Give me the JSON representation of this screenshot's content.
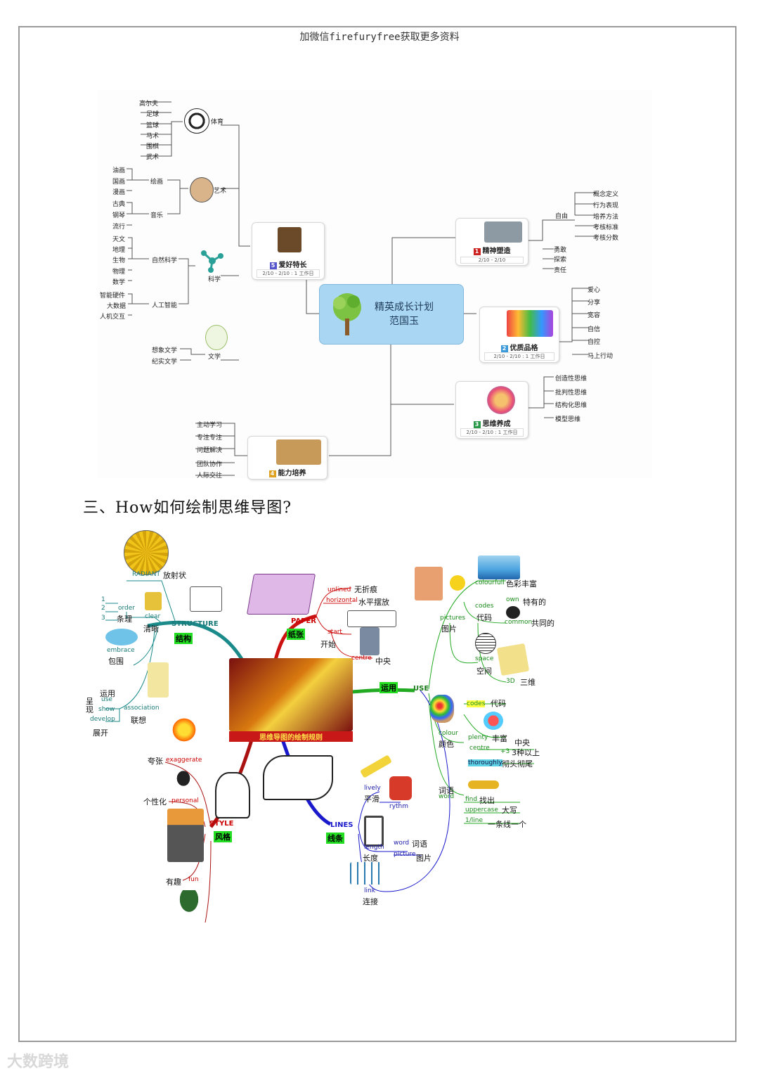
{
  "header": {
    "text": "加微信firefuryfree获取更多资料"
  },
  "section_title": "三、How如何绘制思维导图?",
  "watermark": "大数跨境",
  "mindmap1": {
    "center": {
      "line1": "精英成长计划",
      "line2": "范国玉"
    },
    "date_text": "2/10 - 2/10 : 1 工作日",
    "date_short": "2/10 - 2/10",
    "nodes": {
      "hobby": {
        "num": "5",
        "label": "爱好特长"
      },
      "spirit": {
        "num": "1",
        "label": "精神塑造"
      },
      "quality": {
        "num": "2",
        "label": "优质品格"
      },
      "thinking": {
        "num": "3",
        "label": "思维养成"
      },
      "ability": {
        "num": "4",
        "label": "能力培养"
      }
    },
    "sports": {
      "label": "体育",
      "items": [
        "高尔夫",
        "足球",
        "篮球",
        "马术",
        "围棋",
        "武术"
      ]
    },
    "art": {
      "label": "艺术",
      "sub": [
        "绘画",
        "音乐"
      ],
      "painting": [
        "油画",
        "国画",
        "漫画"
      ],
      "music": [
        "古典",
        "钢琴",
        "流行"
      ]
    },
    "science": {
      "label": "科学",
      "sub": [
        "自然科学",
        "人工智能"
      ],
      "natural": [
        "天文",
        "地理",
        "生物",
        "物理",
        "数学"
      ],
      "ai": [
        "智能硬件",
        "大数据",
        "人机交互"
      ]
    },
    "literature": {
      "label": "文学",
      "items": [
        "想象文学",
        "纪实文学"
      ]
    },
    "spirit_items": {
      "freedom": "自由",
      "freedom_sub": [
        "概念定义",
        "行为表现",
        "培养方法",
        "考核标准",
        "考核分数"
      ],
      "others": [
        "勇敢",
        "探索",
        "责任"
      ]
    },
    "quality_items": [
      "爱心",
      "分享",
      "宽容",
      "自信",
      "自控",
      "马上行动"
    ],
    "thinking_items": [
      "创造性思维",
      "批判性思维",
      "结构化思维",
      "模型思维"
    ],
    "ability_items": [
      "主动学习",
      "专注专注",
      "问题解决",
      "团队协作",
      "人际交往"
    ]
  },
  "mindmap2": {
    "title_banner": "思维导图的绘制规则",
    "structure": {
      "en": "STRUCTURE",
      "cn": "结构",
      "radiant_en": "RADIANT",
      "radiant_cn": "放射状",
      "order_en": "order",
      "order_cn": "条理",
      "nums": [
        "1",
        "2",
        "3"
      ],
      "clear_en": "clear",
      "clear_cn": "清晰",
      "embrace_en": "embrace",
      "embrace_cn": "包围",
      "assoc_en": "association",
      "assoc_cn": "联想",
      "use_en": "use",
      "use_cn": "运用",
      "show_en": "show",
      "show_cn": "呈现",
      "develop_en": "develop",
      "develop_cn": "展开"
    },
    "paper": {
      "en": "PAPER",
      "cn": "纸张",
      "unlined_en": "unlined",
      "unlined_cn": "无折痕",
      "horizontal_en": "horizontal",
      "horizontal_cn": "水平摆放",
      "start_en": "start",
      "start_cn": "开始",
      "centre_en": "centre",
      "centre_cn": "中央"
    },
    "use": {
      "en": "USE",
      "cn": "运用",
      "pictures_en": "pictures",
      "pictures_cn": "图片",
      "colourfull_en": "colourfull",
      "colourfull_cn": "色彩丰富",
      "codes_en": "codes",
      "codes_cn": "代码",
      "own_en": "own",
      "own_cn": "特有的",
      "common_en": "common",
      "common_cn": "共同的",
      "space_en": "space",
      "space_cn": "空间",
      "threed_en": "3D",
      "threed_cn": "三维",
      "colour_en": "colour",
      "colour_cn": "颜色",
      "codes2_en": "codes",
      "codes2_cn": "代码",
      "plenty_en": "plenty",
      "plenty_cn": "丰富",
      "centre_en": "centre",
      "centre_cn": "中央",
      "plus3_en": "+3",
      "plus3_cn": "3种以上",
      "thoroughly_en": "thoroughly",
      "thoroughly_cn": "彻头彻尾",
      "word_en": "word",
      "word_cn": "词语",
      "find_en": "find",
      "find_cn": "找出",
      "uppercase_en": "uppercase",
      "uppercase_cn": "大写",
      "oneline_en": "1/line",
      "oneline_cn": "一条线一个"
    },
    "lines": {
      "en": "LINES",
      "cn": "线条",
      "lively_en": "lively",
      "lively_cn": "平滑",
      "rythm_en": "rythm",
      "length_en": "length",
      "length_cn": "长度",
      "word_en": "word",
      "word_cn": "词语",
      "picture_en": "picture",
      "picture_cn": "图片",
      "link_en": "link",
      "link_cn": "连接"
    },
    "style": {
      "en": "STYLE",
      "cn": "风格",
      "exaggerate_en": "exaggerate",
      "exaggerate_cn": "夸张",
      "personal_en": "personal",
      "personal_cn": "个性化",
      "fun_en": "fun",
      "fun_cn": "有趣"
    }
  }
}
